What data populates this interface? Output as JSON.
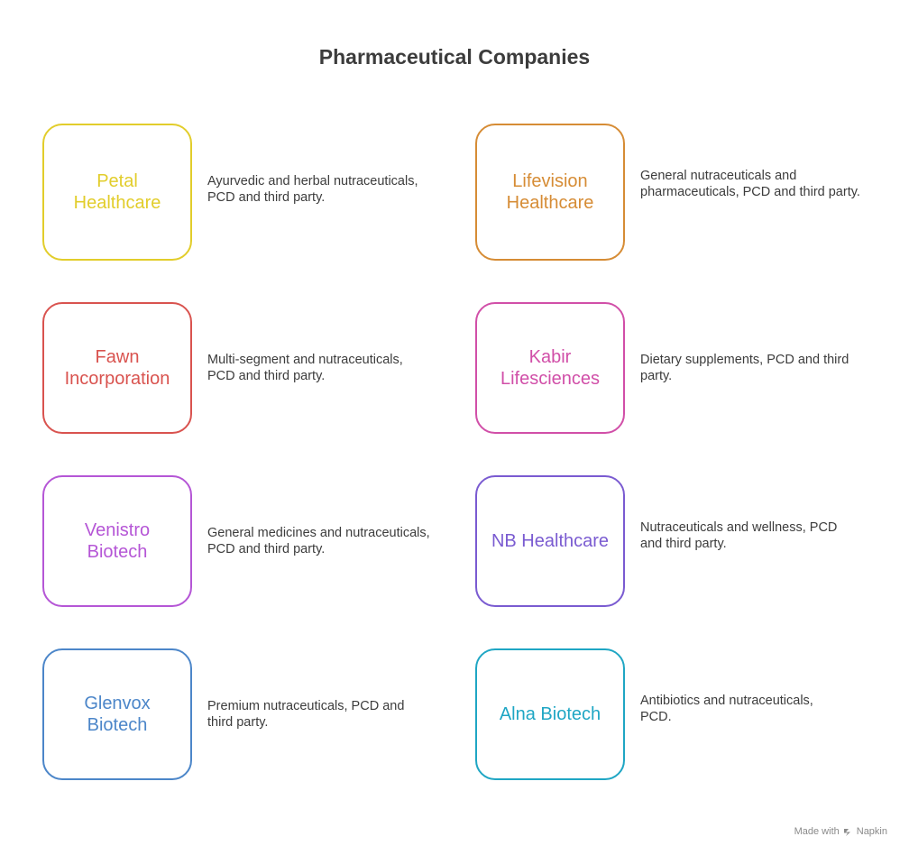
{
  "title": "Pharmaceutical Companies",
  "companies": [
    {
      "name": "Petal\nHealthcare",
      "description": "Ayurvedic and herbal nutraceuticals, PCD and third party.",
      "color": "#E2CD2B"
    },
    {
      "name": "Lifevision\nHealthcare",
      "description": "General nutraceuticals and pharmaceuticals, PCD and third party.",
      "color": "#D68C35"
    },
    {
      "name": "Fawn\nIncorporation",
      "description": "Multi-segment and nutraceuticals, PCD and third party.",
      "color": "#D9534F"
    },
    {
      "name": "Kabir\nLifesciences",
      "description": "Dietary supplements, PCD and third party.",
      "color": "#D14FA8"
    },
    {
      "name": "Venistro\nBiotech",
      "description": "General medicines and nutraceuticals, PCD and third party.",
      "color": "#B556D6"
    },
    {
      "name": "NB Healthcare",
      "description": "Nutraceuticals and wellness, PCD and third party.",
      "color": "#7A5BD1"
    },
    {
      "name": "Glenvox\nBiotech",
      "description": "Premium nutraceuticals, PCD and third party.",
      "color": "#4C86C9"
    },
    {
      "name": "Alna Biotech",
      "description": "Antibiotics and nutraceuticals, PCD.",
      "color": "#1FA6C4"
    }
  ],
  "footer": {
    "prefix": "Made with",
    "brand": "Napkin"
  }
}
